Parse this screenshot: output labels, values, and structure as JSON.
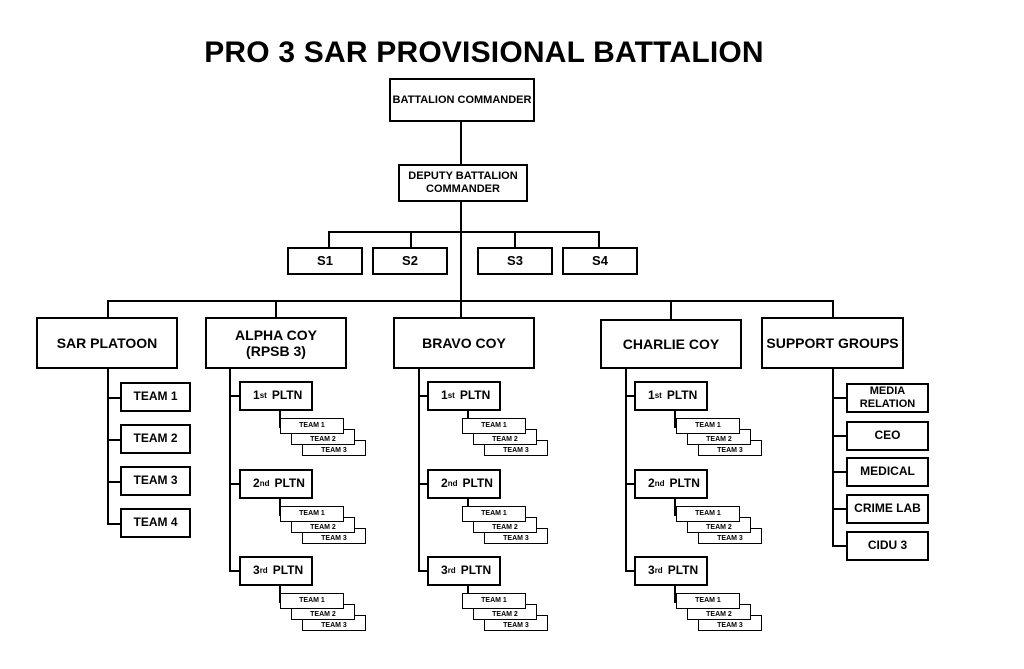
{
  "title": "PRO 3 SAR PROVISIONAL BATTALION",
  "battalion_commander": "BATTALION COMMANDER",
  "deputy_commander": "DEPUTY BATTALION\nCOMMANDER",
  "staff": [
    "S1",
    "S2",
    "S3",
    "S4"
  ],
  "units": {
    "sar_platoon": "SAR PLATOON",
    "alpha": "ALPHA COY\n(RPSB 3)",
    "bravo": "BRAVO COY",
    "charlie": "CHARLIE COY",
    "support": "SUPPORT GROUPS"
  },
  "sar_teams": [
    "TEAM 1",
    "TEAM 2",
    "TEAM 3",
    "TEAM 4"
  ],
  "platoons": [
    {
      "num": "1",
      "sup": "st",
      "label": "PLTN"
    },
    {
      "num": "2",
      "sup": "nd",
      "label": "PLTN"
    },
    {
      "num": "3",
      "sup": "rd",
      "label": "PLTN"
    }
  ],
  "sub_teams": [
    "TEAM 1",
    "TEAM 2",
    "TEAM 3"
  ],
  "support_groups": [
    "MEDIA\nRELATION",
    "CEO",
    "MEDICAL",
    "CRIME LAB",
    "CIDU 3"
  ]
}
